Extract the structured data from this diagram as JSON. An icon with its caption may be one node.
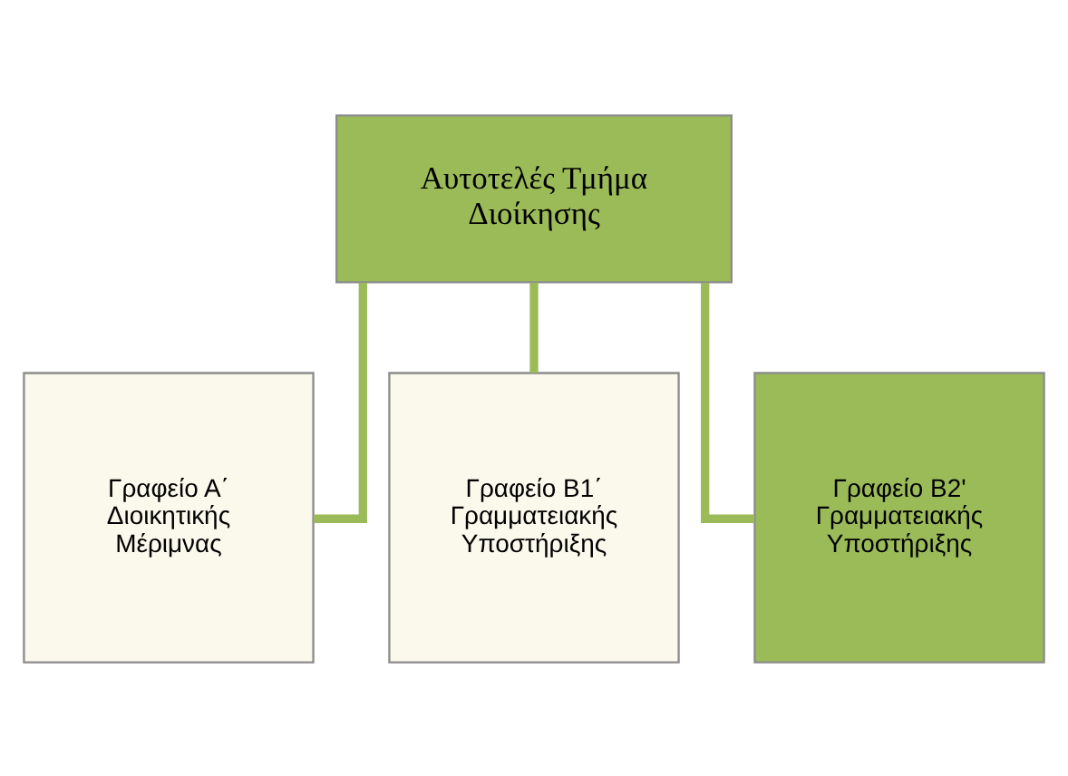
{
  "diagram": {
    "nodes": [
      {
        "text": [
          "Αυτοτελές Τμήμα Διοίκησης"
        ]
      },
      {
        "text": [
          "Γραφείο Α΄ Διοικητικής Μέριμνας"
        ]
      },
      {
        "text": [
          "Γραφείο Β1΄ Γραμματειακής Υποστήριξης"
        ]
      },
      {
        "text": [
          "Γραφείο Β2' Γραμματειακής Υποστήριξης"
        ]
      }
    ],
    "edges": [
      {
        "from": 0,
        "to": 1,
        "arrow": "none"
      },
      {
        "from": 0,
        "to": 2,
        "arrow": "none"
      },
      {
        "from": 0,
        "to": 3,
        "arrow": "none"
      }
    ]
  }
}
